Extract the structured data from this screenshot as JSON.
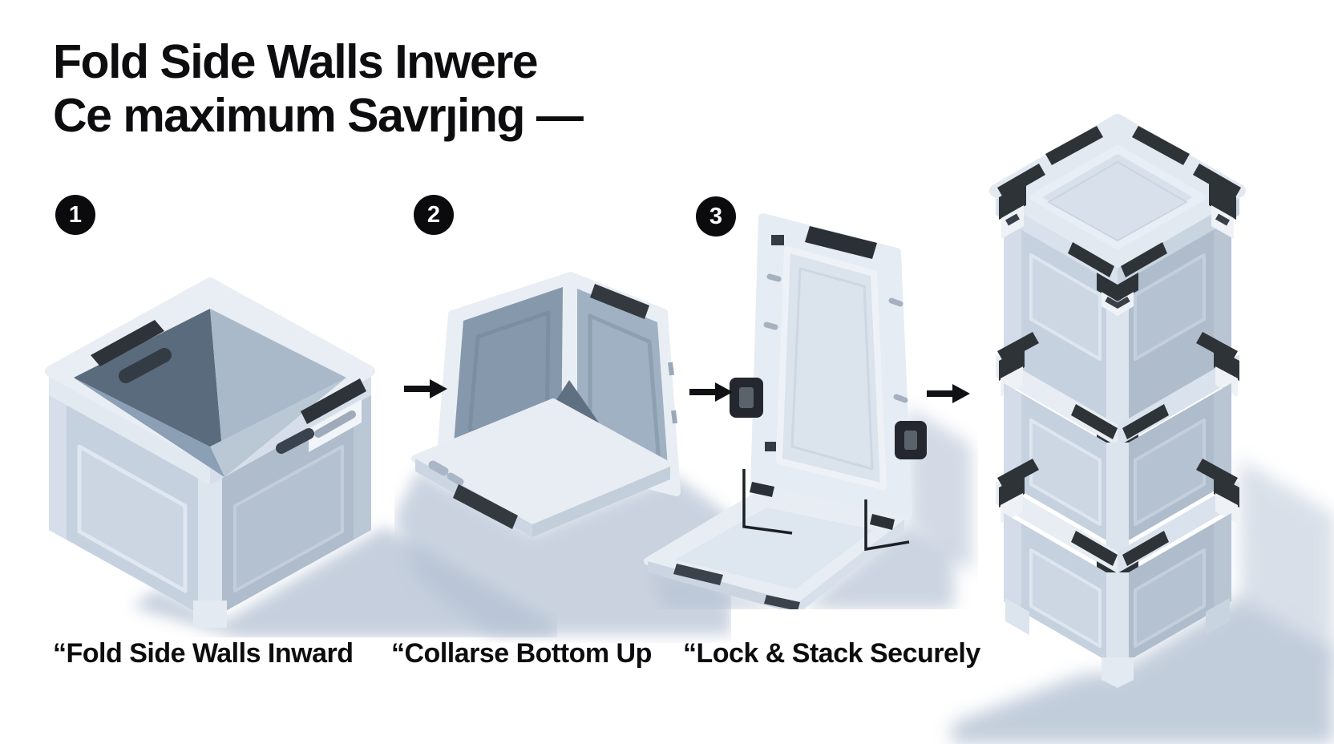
{
  "title": {
    "line1": "Fold Side Walls Inwere",
    "line2": "Ce maximum Savrȷing —"
  },
  "steps": [
    {
      "number": "1",
      "caption": "“Fold Side Walls Inward",
      "figure": "open collapsible crate with black corner latches"
    },
    {
      "number": "2",
      "caption": "“Collarse Bottom Up",
      "figure": "half-collapsed crate, two walls standing on flat base"
    },
    {
      "number": "3",
      "caption": "“Lock & Stack Securely",
      "figure": "crate folded flat, lid panel upright on hinge"
    }
  ],
  "result_figure": "stack of three closed latched crates",
  "icons": {
    "step_arrow": "arrow-right-icon",
    "step_badge": "numbered-black-circle"
  },
  "palette": {
    "background": "#ffffff",
    "ink": "#0d0d0f",
    "crate_rim": "#e9eef4",
    "crate_face_left": "#c6d1df",
    "crate_face_right": "#aebccc",
    "crate_interior_dark": "#5a6b7d",
    "crate_interior_mid": "#8ba0b5",
    "latch_black": "#2e3339",
    "shadow_blue": "#b6c2d4"
  }
}
